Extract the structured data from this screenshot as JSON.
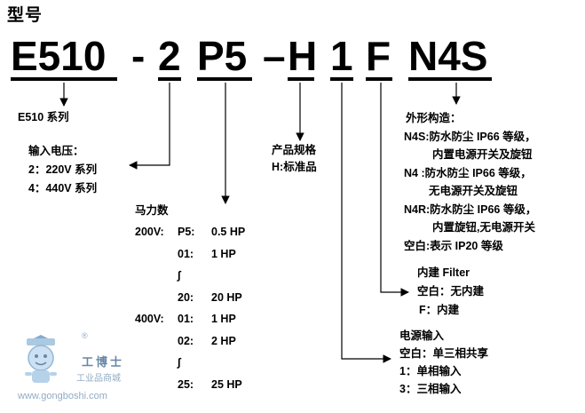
{
  "title": "型号",
  "model": {
    "e510": "E510",
    "dash1": "-",
    "voltage_code": "2",
    "hp_code": "P5",
    "dash2": "–",
    "spec_code": "H",
    "input_code": "1",
    "filter_code": "F",
    "structure_code": "N4S"
  },
  "series": {
    "label": "E510 系列"
  },
  "input_voltage": {
    "title": "输入电压：",
    "items": [
      "2：220V 系列",
      "4：440V 系列"
    ]
  },
  "horsepower": {
    "title": "马力数",
    "rows": [
      {
        "volt": "200V:",
        "code": "P5:",
        "val": "0.5 HP"
      },
      {
        "volt": "",
        "code": "01:",
        "val": "1 HP"
      },
      {
        "volt": "",
        "code": "∫",
        "val": ""
      },
      {
        "volt": "",
        "code": "20:",
        "val": "20 HP"
      },
      {
        "volt": "400V:",
        "code": "01:",
        "val": "1 HP"
      },
      {
        "volt": "",
        "code": "02:",
        "val": "2 HP"
      },
      {
        "volt": "",
        "code": "∫",
        "val": ""
      },
      {
        "volt": "",
        "code": "25:",
        "val": "25 HP"
      }
    ]
  },
  "product_spec": {
    "title": "产品规格",
    "item": "H:标准品"
  },
  "structure": {
    "title": "外形构造：",
    "lines": [
      "N4S:防水防尘 IP66 等级，",
      "内置电源开关及旋钮",
      "N4 :防水防尘 IP66 等级，",
      "无电源开关及旋钮",
      "N4R:防水防尘 IP66 等级，",
      "内置旋钮,无电源开关",
      "空白:表示 IP20 等级"
    ]
  },
  "filter": {
    "title": "内建 Filter",
    "items": [
      "空白：无内建",
      "F：内建"
    ]
  },
  "power_input": {
    "title": "电源输入",
    "items": [
      "空白：单三相共享",
      "1：单相输入",
      "3：三相输入"
    ]
  },
  "logo": {
    "brand": "工博士",
    "sub": "工业品商城",
    "url": "www.gongboshi.com",
    "mark": "®"
  }
}
